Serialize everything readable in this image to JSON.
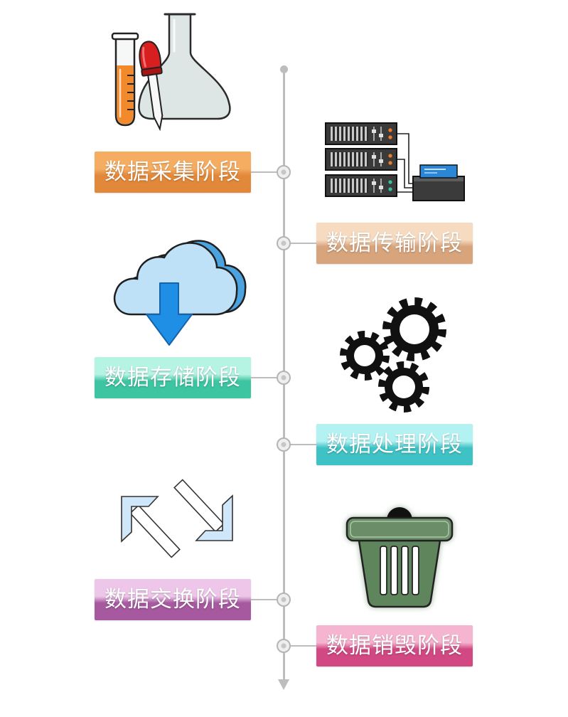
{
  "stages": [
    {
      "label": "数据采集阶段",
      "icon": "lab-flask-icon",
      "color_top": "#f5ad62",
      "color_bottom": "#e2883a"
    },
    {
      "label": "数据传输阶段",
      "icon": "server-rack-icon",
      "color_top": "#f6dbc0",
      "color_bottom": "#d7a47c"
    },
    {
      "label": "数据存储阶段",
      "icon": "cloud-download-icon",
      "color_top": "#b5f4e3",
      "color_bottom": "#3dc5a2"
    },
    {
      "label": "数据处理阶段",
      "icon": "gears-icon",
      "color_top": "#b3f2f3",
      "color_bottom": "#3ec2c5"
    },
    {
      "label": "数据交换阶段",
      "icon": "exchange-arrows-icon",
      "color_top": "#edc6e9",
      "color_bottom": "#a6599f"
    },
    {
      "label": "数据销毁阶段",
      "icon": "trash-bin-icon",
      "color_top": "#f5b4cf",
      "color_bottom": "#d14883"
    }
  ],
  "timeline": {
    "line_color": "#bdbdbd"
  }
}
